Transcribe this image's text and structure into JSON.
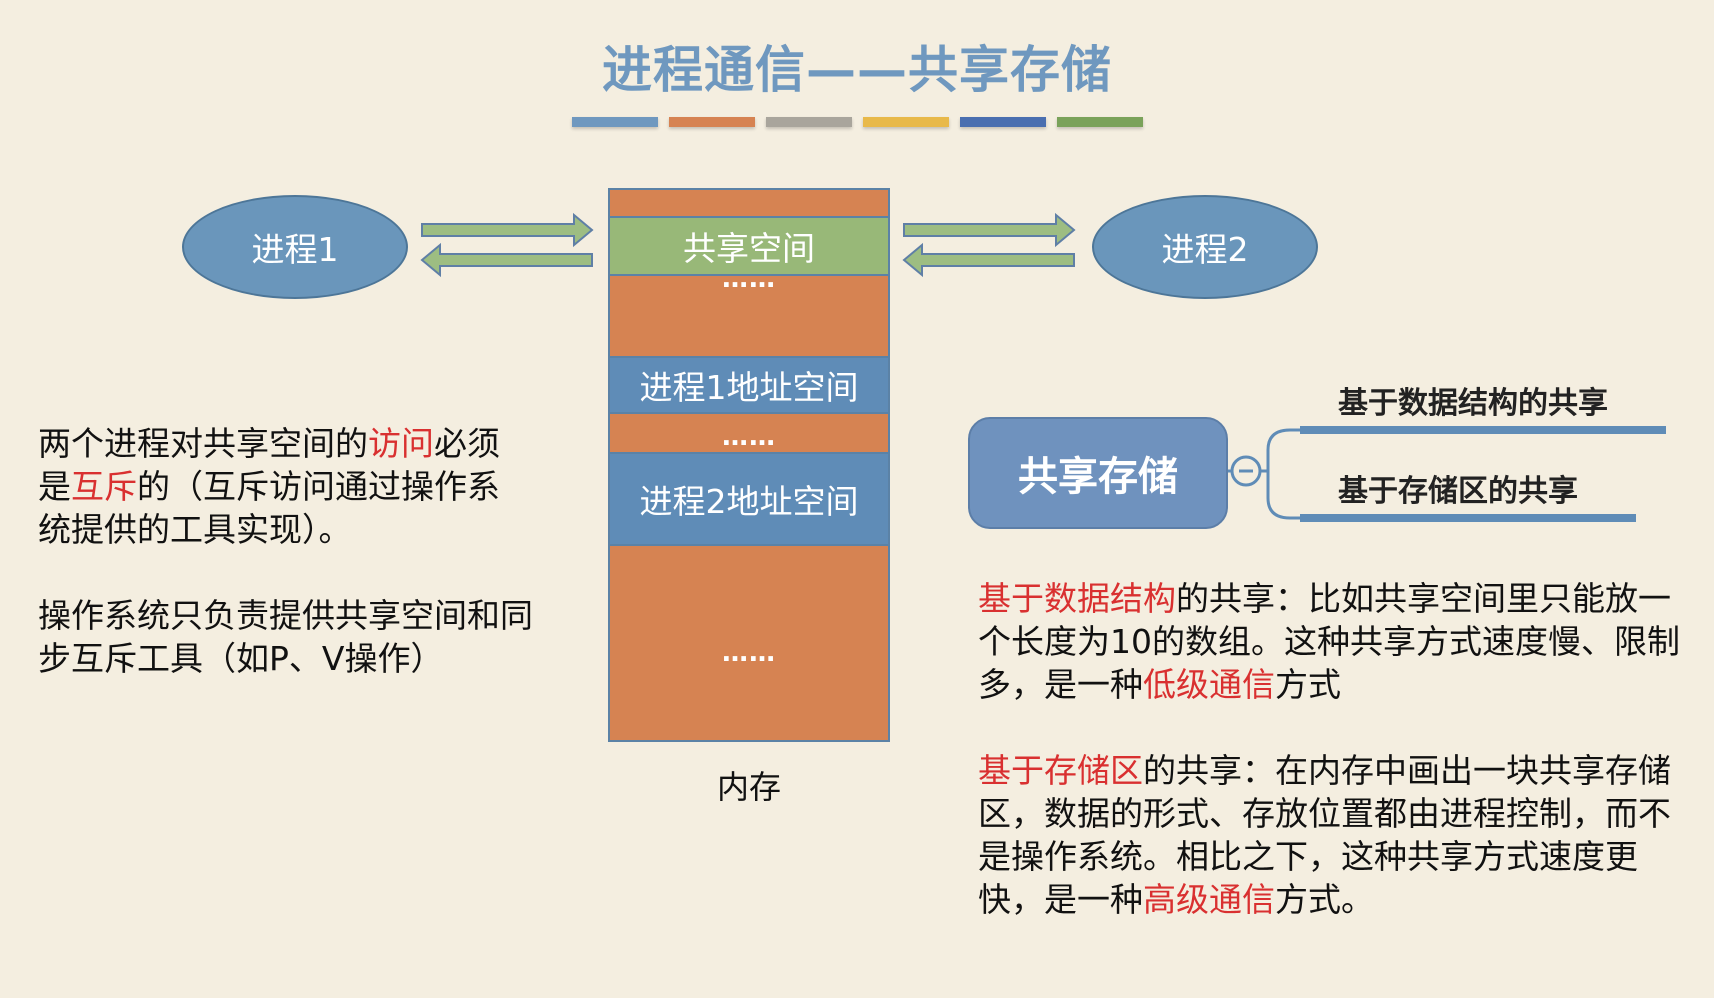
{
  "title": "进程通信——共享存储",
  "color_bars": [
    "#6f98bf",
    "#d68352",
    "#a9a59c",
    "#e8b94a",
    "#4a6fb0",
    "#7aa25a"
  ],
  "process1": "进程1",
  "process2": "进程2",
  "memory": {
    "shared_space": "共享空间",
    "dots": "……",
    "proc1_space": "进程1地址空间",
    "proc2_space": "进程2地址空间",
    "label": "内存"
  },
  "left_text": {
    "p1": {
      "part1": "两个进程对共享空间的",
      "hl1": "访问",
      "part2": "必须是",
      "hl2": "互斥",
      "part3": "的（互斥访问通过操作系统提供的工具实现）。"
    },
    "p2": "操作系统只负责提供共享空间和同步互斥工具（如P、V操作）"
  },
  "mindmap": {
    "root": "共享存储",
    "branch1": "基于数据结构的共享",
    "branch2": "基于存储区的共享"
  },
  "right_text": {
    "p1": {
      "hl1": "基于数据结构",
      "part1": "的共享：比如共享空间里只能放一个长度为10的数组。这种共享方式速度慢、限制多，是一种",
      "hl2": "低级通信",
      "part2": "方式"
    },
    "p2": {
      "hl1": "基于存储区",
      "part1": "的共享：在内存中画出一块共享存储区，数据的形式、存放位置都由进程控制，而不是操作系统。相比之下，这种共享方式速度更快，是一种",
      "hl2": "高级通信",
      "part2": "方式。"
    }
  }
}
